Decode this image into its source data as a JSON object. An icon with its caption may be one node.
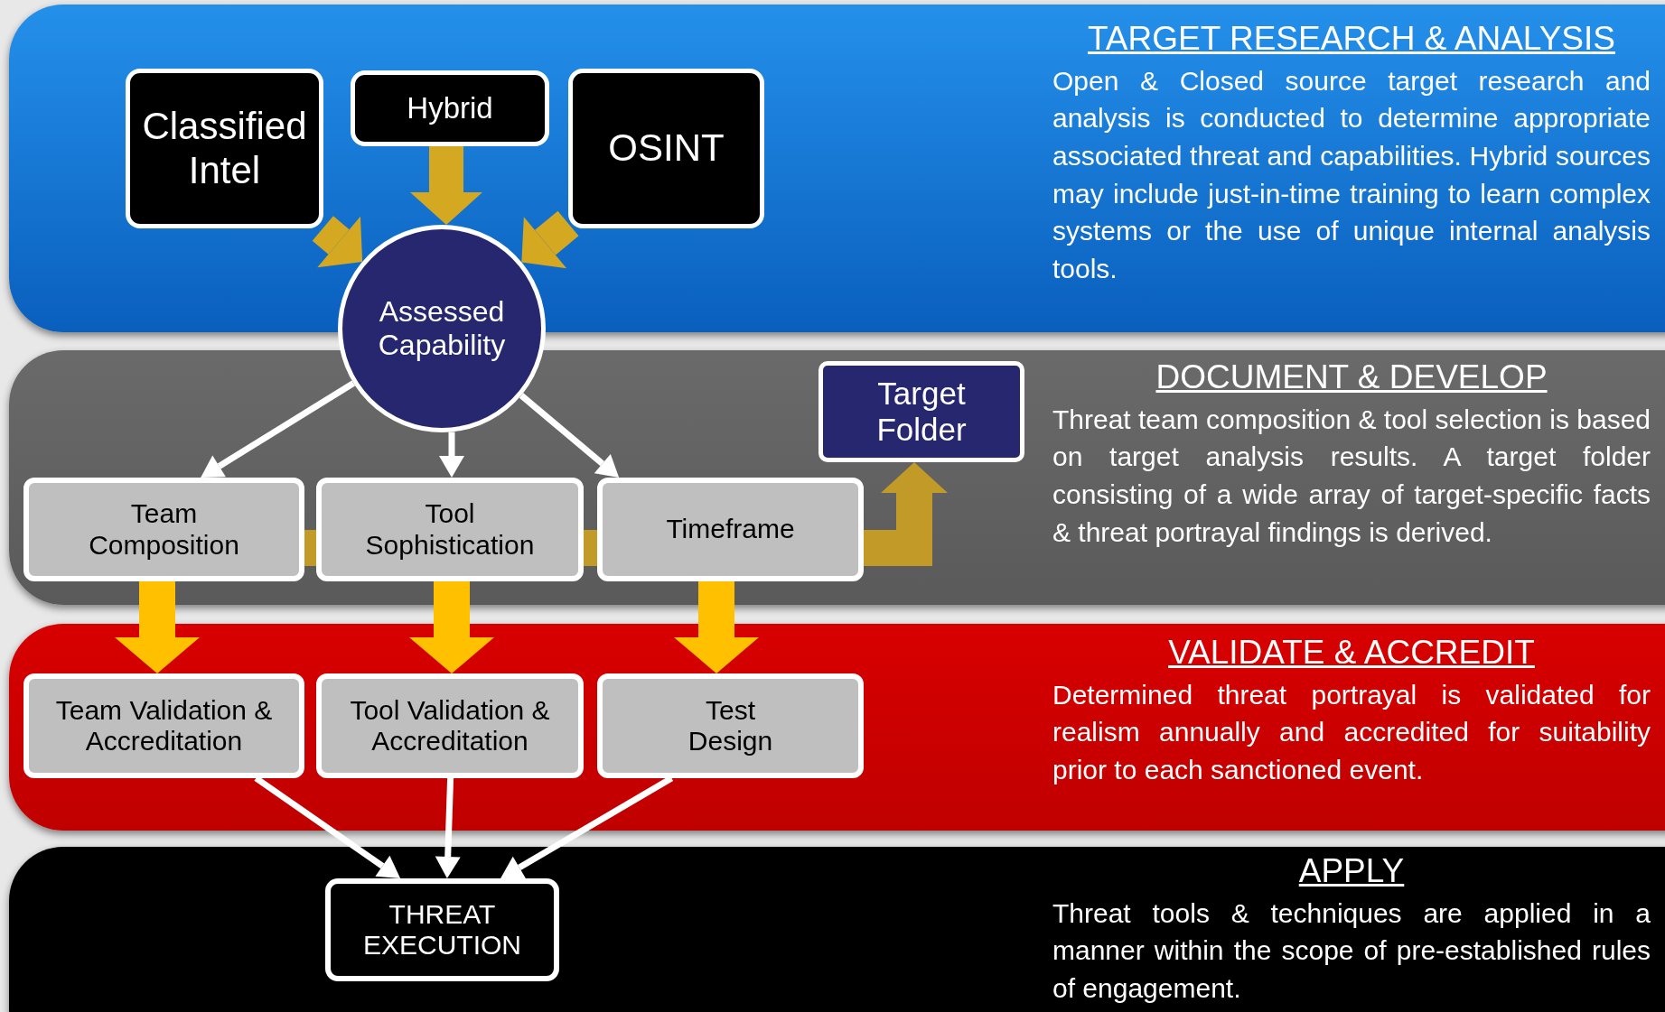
{
  "diagram": {
    "nodes": [
      {
        "text": [
          "TARGET RESEARCH & ANALYSIS",
          "Open & Closed source target research and analysis is conducted to determine appropriate associated threat and capabilities. Hybrid sources may include just-in-time training to learn complex systems or the use of unique internal analysis tools."
        ]
      },
      {
        "text": [
          "Classified Intel"
        ],
        "in": 0
      },
      {
        "text": [
          "Hybrid"
        ],
        "in": 0
      },
      {
        "text": [
          "OSINT"
        ],
        "in": 0
      },
      {
        "text": [
          "Assessed Capability"
        ]
      },
      {
        "text": [
          "DOCUMENT & DEVELOP",
          "Threat team composition & tool selection is based on target analysis results. A target folder consisting of a wide array of target-specific facts & threat portrayal findings is derived."
        ]
      },
      {
        "text": [
          "Target Folder"
        ],
        "in": 5
      },
      {
        "text": [
          "Team Composition"
        ],
        "in": 5
      },
      {
        "text": [
          "Tool Sophistication"
        ],
        "in": 5
      },
      {
        "text": [
          "Timeframe"
        ],
        "in": 5
      },
      {
        "text": [
          "VALIDATE & ACCREDIT",
          "Determined threat portrayal is validated for realism annually and accredited for suitability prior to each sanctioned event."
        ]
      },
      {
        "text": [
          "Team Validation & Accreditation"
        ],
        "in": 10
      },
      {
        "text": [
          "Tool Validation & Accreditation"
        ],
        "in": 10
      },
      {
        "text": [
          "Test Design"
        ],
        "in": 10
      },
      {
        "text": [
          "APPLY",
          "Threat tools & techniques are applied in a manner within the scope of pre-established rules of engagement."
        ]
      },
      {
        "text": [
          "THREAT EXECUTION"
        ],
        "in": 14
      }
    ],
    "edges": [
      {
        "from": 1,
        "to": 4,
        "arrow": "to",
        "color": "#d4a820"
      },
      {
        "from": 2,
        "to": 4,
        "arrow": "to",
        "color": "#d4a820"
      },
      {
        "from": 3,
        "to": 4,
        "arrow": "to",
        "color": "#d4a820"
      },
      {
        "from": 4,
        "to": 7,
        "arrow": "to"
      },
      {
        "from": 4,
        "to": 8,
        "arrow": "to"
      },
      {
        "from": 4,
        "to": 9,
        "arrow": "to"
      },
      {
        "from": 7,
        "to": 8,
        "arrow": "none",
        "color": "#c19a28"
      },
      {
        "from": 8,
        "to": 9,
        "arrow": "none",
        "color": "#c19a28"
      },
      {
        "from": 9,
        "to": 6,
        "arrow": "to",
        "color": "#c19a28"
      },
      {
        "from": 7,
        "to": 11,
        "arrow": "to",
        "color": "#ffc000"
      },
      {
        "from": 8,
        "to": 12,
        "arrow": "to",
        "color": "#ffc000"
      },
      {
        "from": 9,
        "to": 13,
        "arrow": "to",
        "color": "#ffc000"
      },
      {
        "from": 11,
        "to": 15,
        "arrow": "to"
      },
      {
        "from": 12,
        "to": 15,
        "arrow": "to"
      },
      {
        "from": 13,
        "to": 15,
        "arrow": "to"
      }
    ]
  }
}
